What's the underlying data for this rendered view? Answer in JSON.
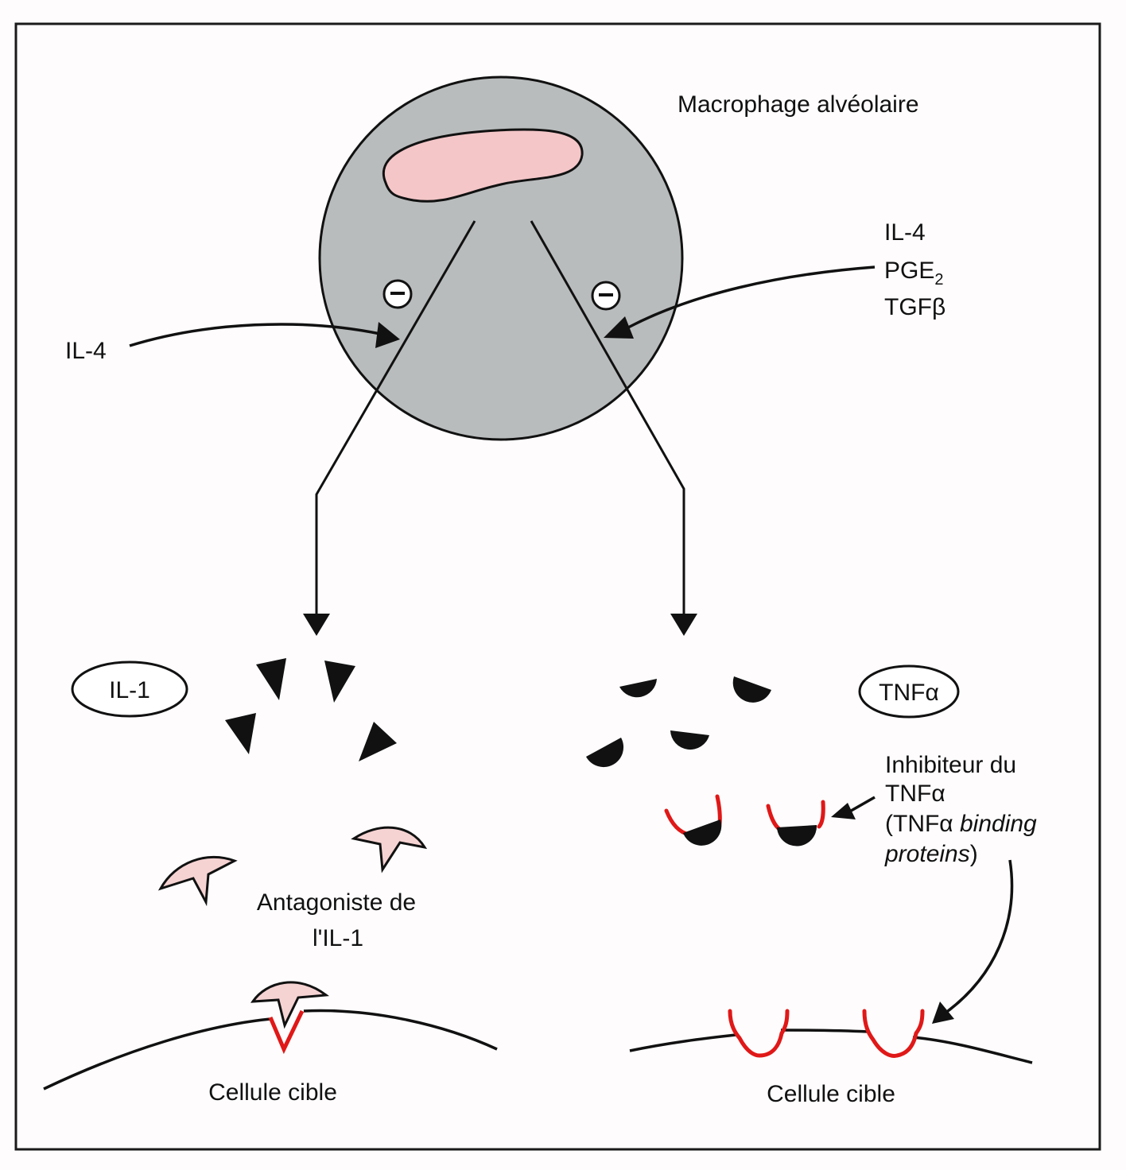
{
  "figure": {
    "colors": {
      "background": "#fefcfc",
      "frame": "#1a1a1a",
      "cell_fill": "#b9bcbd",
      "nucleus_fill": "#f4c6c8",
      "antagonist_fill": "#f6d3d3",
      "receptor_red": "#e01818",
      "ink": "#111111"
    },
    "macrophage": {
      "label": "Macrophage alvéolaire",
      "inhibition_symbol": "–"
    },
    "left_inhibitor": {
      "label": "IL-4"
    },
    "right_inhibitors": {
      "line1": "IL-4",
      "line2_base": "PGE",
      "line2_sub": "2",
      "line3": "TGFβ"
    },
    "il1": {
      "label": "IL-1",
      "molecule_count": 4
    },
    "tnf": {
      "label": "TNFα",
      "molecule_count": 4
    },
    "antagonist": {
      "line1": "Antagoniste de",
      "line2": "l'IL-1"
    },
    "tnf_inhibitor": {
      "line1": "Inhibiteur du",
      "line2": "TNFα",
      "line3_prefix": "(TNFα ",
      "line3_italic": "binding",
      "line4_italic": "proteins",
      "line4_suffix": ")"
    },
    "target_cell_left": {
      "label": "Cellule cible"
    },
    "target_cell_right": {
      "label": "Cellule cible"
    }
  }
}
